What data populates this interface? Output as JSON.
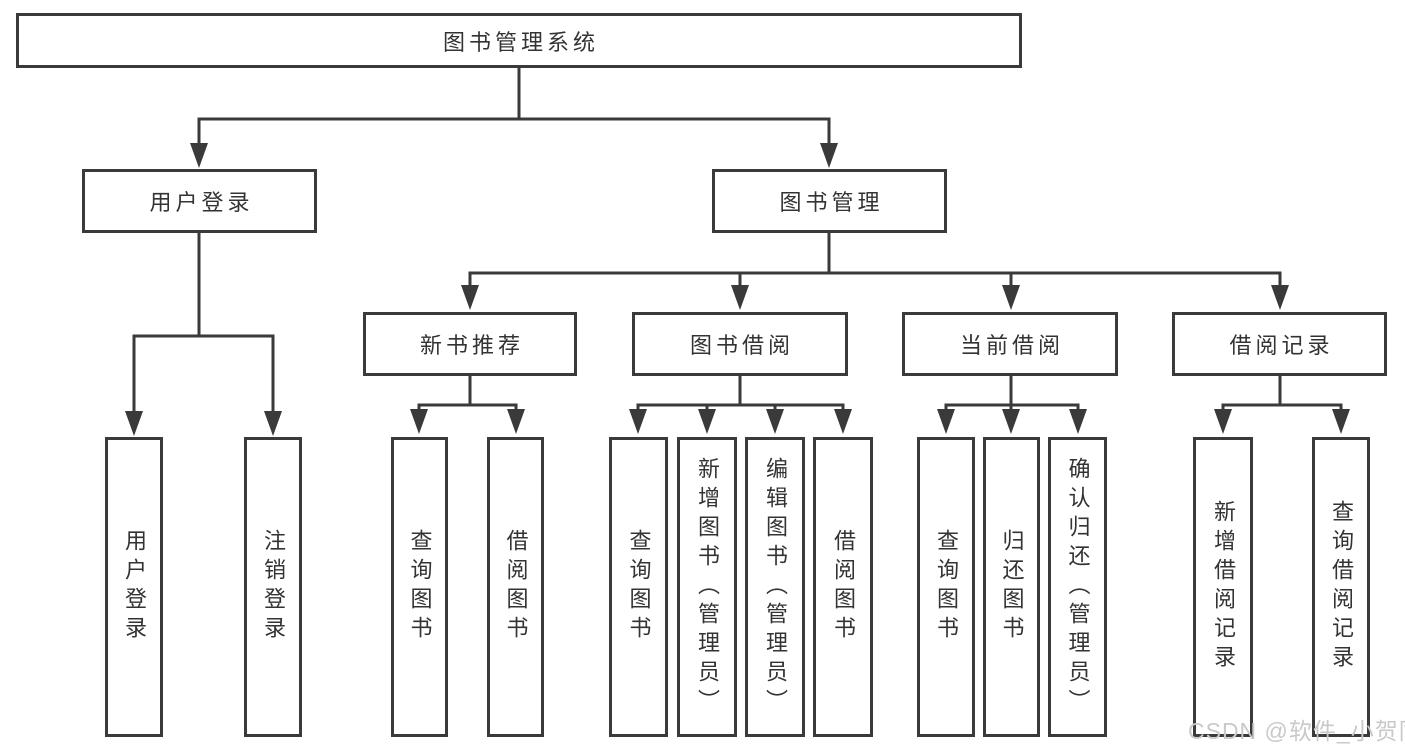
{
  "tree": {
    "label": "图书管理系统",
    "children": [
      {
        "label": "用户登录",
        "children": [
          {
            "label": "用户登录"
          },
          {
            "label": "注销登录"
          }
        ]
      },
      {
        "label": "图书管理",
        "children": [
          {
            "label": "新书推荐",
            "children": [
              {
                "label": "查询图书"
              },
              {
                "label": "借阅图书"
              }
            ]
          },
          {
            "label": "图书借阅",
            "children": [
              {
                "label": "查询图书"
              },
              {
                "label": "新增图书（管理员）"
              },
              {
                "label": "编辑图书（管理员）"
              },
              {
                "label": "借阅图书"
              }
            ]
          },
          {
            "label": "当前借阅",
            "children": [
              {
                "label": "查询图书"
              },
              {
                "label": "归还图书"
              },
              {
                "label": "确认归还（管理员）"
              }
            ]
          },
          {
            "label": "借阅记录",
            "children": [
              {
                "label": "新增借阅记录"
              },
              {
                "label": "查询借阅记录"
              }
            ]
          }
        ]
      }
    ]
  },
  "watermark": {
    "text": "CSDN @软件_小贺同学"
  },
  "colors": {
    "line": "#3a3a3a",
    "text": "#333333",
    "watermark": "#c9c9c9",
    "background": "#ffffff"
  }
}
